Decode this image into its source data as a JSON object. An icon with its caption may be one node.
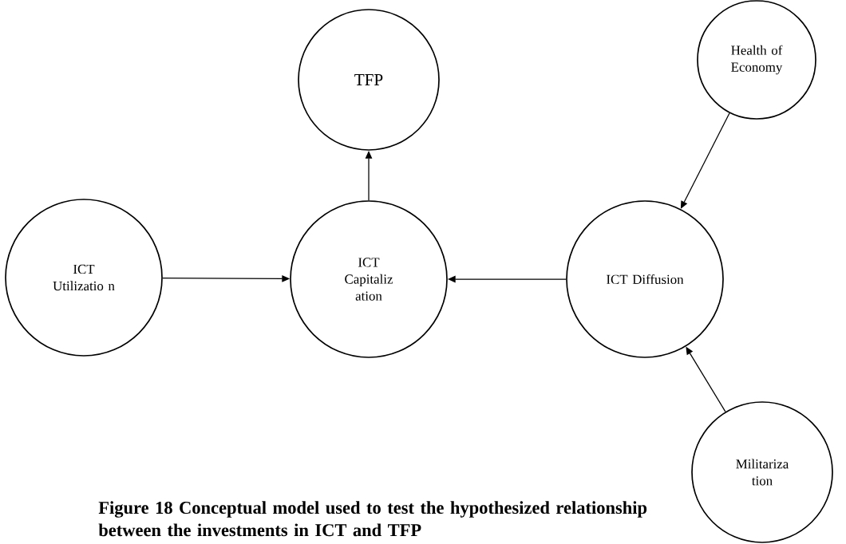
{
  "diagram": {
    "caption": "Figure 18 Conceptual model used to test the hypothesized relationship between the investments in ICT and TFP",
    "nodes": [
      {
        "text": [
          "TFP"
        ]
      },
      {
        "text": [
          "Health of Economy"
        ]
      },
      {
        "text": [
          "ICT Utilizatio n"
        ]
      },
      {
        "text": [
          "ICT Capitaliz ation"
        ]
      },
      {
        "text": [
          "ICT Diffusion"
        ]
      },
      {
        "text": [
          "Militariza tion"
        ]
      }
    ],
    "edges": [
      {
        "from": 2,
        "to": 3,
        "arrow": "to"
      },
      {
        "from": 4,
        "to": 3,
        "arrow": "to"
      },
      {
        "from": 3,
        "to": 0,
        "arrow": "to"
      },
      {
        "from": 1,
        "to": 4,
        "arrow": "to"
      },
      {
        "from": 5,
        "to": 4,
        "arrow": "to"
      }
    ]
  }
}
